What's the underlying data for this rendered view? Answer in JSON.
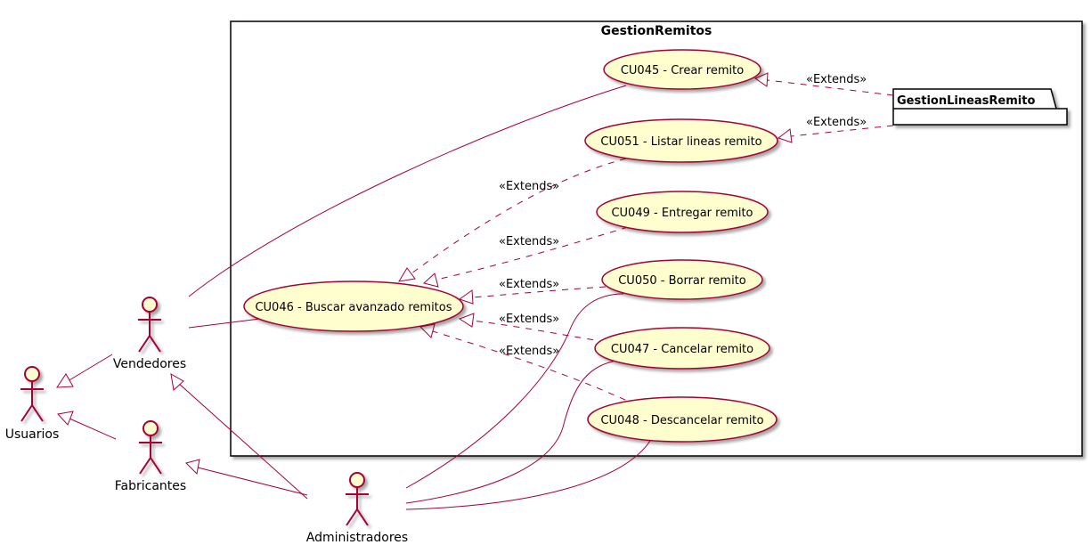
{
  "system": {
    "title": "GestionRemitos"
  },
  "package": {
    "title": "GestionLineasRemito"
  },
  "actors": {
    "usuarios": "Usuarios",
    "vendedores": "Vendedores",
    "fabricantes": "Fabricantes",
    "administradores": "Administradores"
  },
  "use_cases": {
    "cu045": "CU045 - Crear remito",
    "cu051": "CU051 - Listar lineas remito",
    "cu049": "CU049 - Entregar remito",
    "cu050": "CU050 - Borrar remito",
    "cu046": "CU046 - Buscar avanzado remitos",
    "cu047": "CU047 - Cancelar remito",
    "cu048": "CU048 - Descancelar remito"
  },
  "relation_labels": {
    "extends": "«Extends»"
  },
  "colors": {
    "accent": "#A80036",
    "fill": "#FEFECE"
  }
}
